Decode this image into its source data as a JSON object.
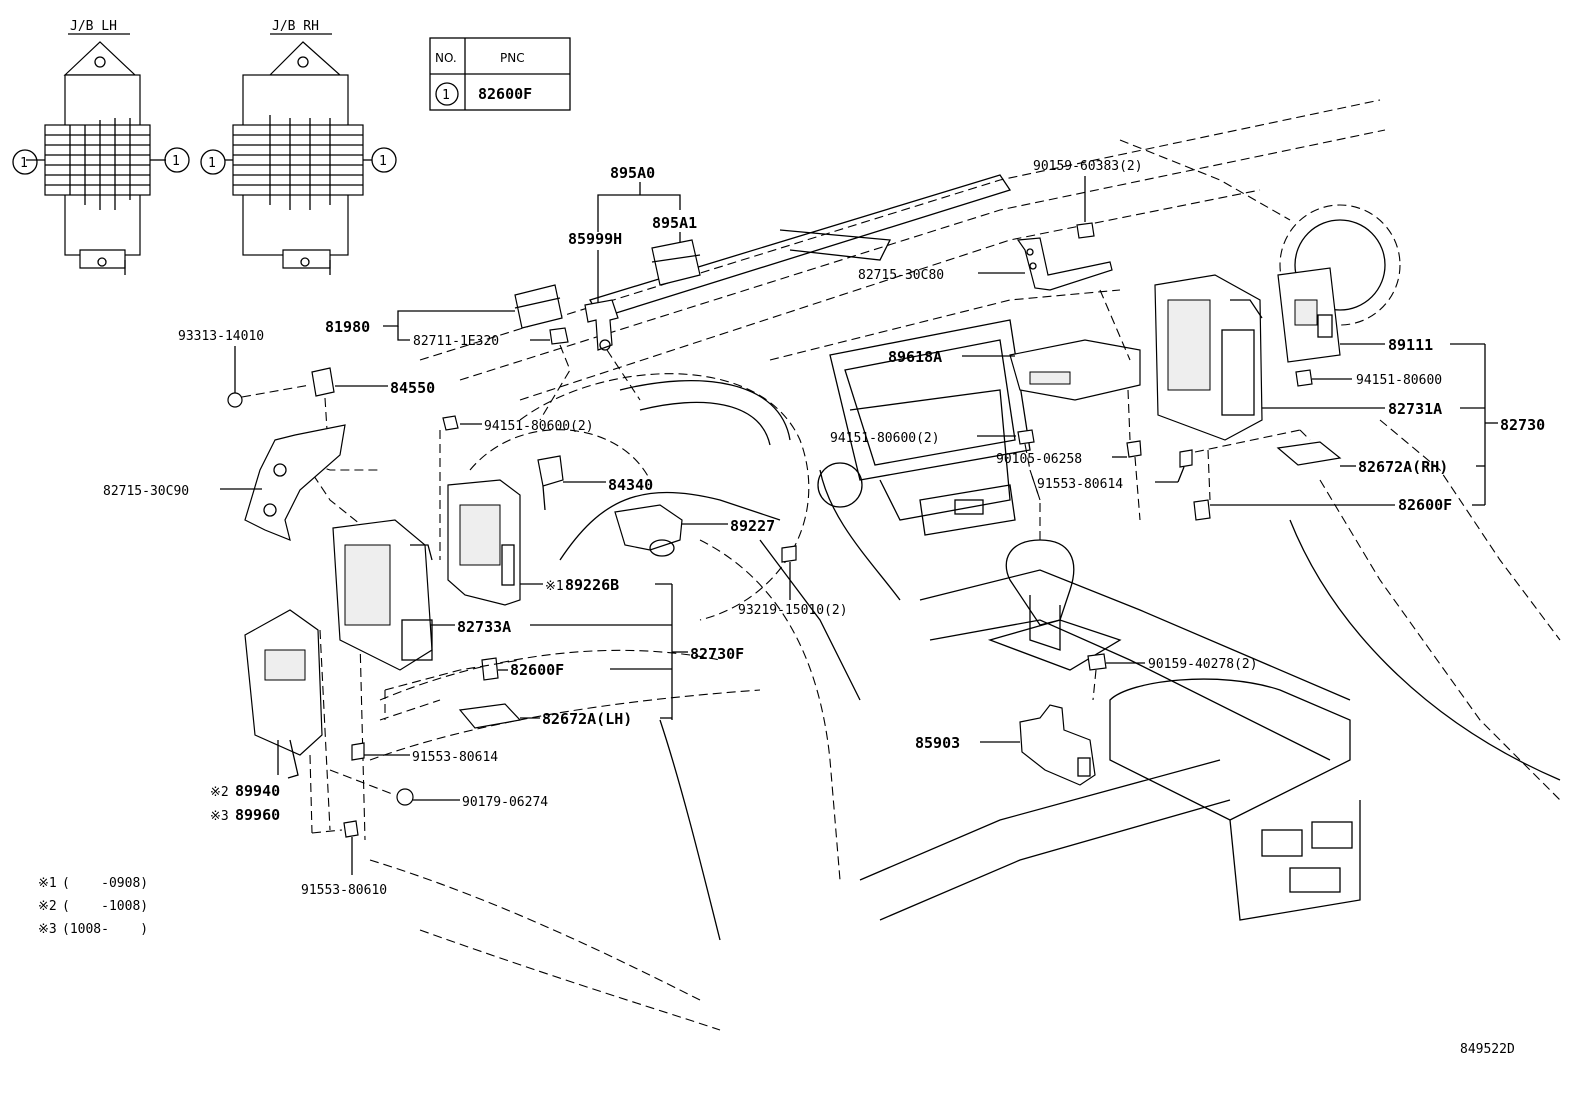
{
  "jb_left": {
    "title": "J/B LH",
    "marker": "1"
  },
  "jb_right": {
    "title": "J/B RH",
    "marker": "1"
  },
  "pnc_table": {
    "col_no": "NO.",
    "col_pnc": "PNC",
    "row_no": "1",
    "row_pnc": "82600F"
  },
  "parts": {
    "p895A0": "895A0",
    "p895A1": "895A1",
    "p85999H": "85999H",
    "p81980": "81980",
    "p82711": "82711-1E320",
    "p93313": "93313-14010",
    "p84550": "84550",
    "p82715_c90": "82715-30C90",
    "p94151_2a": "94151-80600(2)",
    "p84340": "84340",
    "p89227": "89227",
    "p89226B": "89226B",
    "p89226B_mark": "※1",
    "p82733A": "82733A",
    "p82600F_l": "82600F",
    "p82730F": "82730F",
    "p82672A_lh": "82672A(LH)",
    "p91553_a": "91553-80614",
    "p90179": "90179-06274",
    "p91553_b": "91553-80610",
    "p89940": "89940",
    "p89940_mark": "※2",
    "p89960": "89960",
    "p89960_mark": "※3",
    "p93219": "93219-15010(2)",
    "p90159_603": "90159-60383(2)",
    "p82715_c80": "82715-30C80",
    "p89618A": "89618A",
    "p94151_2b": "94151-80600(2)",
    "p90105": "90105-06258",
    "p91553_c": "91553-80614",
    "p89111": "89111",
    "p94151_s": "94151-80600",
    "p82731A": "82731A",
    "p82730": "82730",
    "p82672A_rh": "82672A(RH)",
    "p82600F_r": "82600F",
    "p90159_402": "90159-40278(2)",
    "p85903": "85903"
  },
  "notes": [
    {
      "mark": "※1",
      "text": "(    -0908)"
    },
    {
      "mark": "※2",
      "text": "(    -1008)"
    },
    {
      "mark": "※3",
      "text": "(1008-    )"
    }
  ],
  "diagram_id": "849522D"
}
